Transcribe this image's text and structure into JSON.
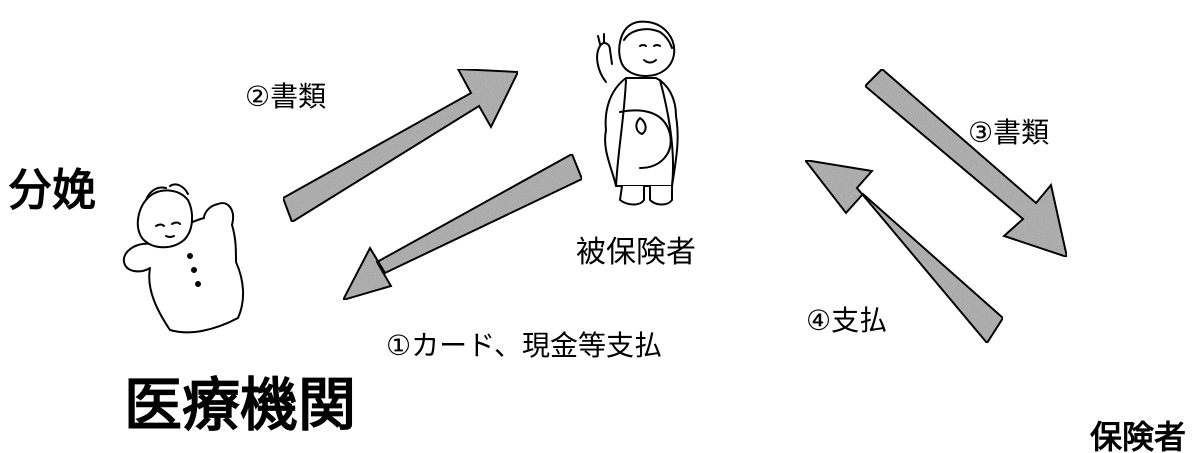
{
  "labels": {
    "childbirth": "分娩",
    "medical_institution": "医療機関",
    "insured_person": "被保険者",
    "insurer": "保険者"
  },
  "steps": {
    "step1": "①カード、現金等支払",
    "step2": "②書類",
    "step3": "③書類",
    "step4": "④支払"
  },
  "icons": [
    "baby-icon",
    "pregnant-woman-icon"
  ],
  "colors": {
    "arrow_fill": "#b8b8b8",
    "arrow_stroke": "#000000",
    "text": "#000000"
  }
}
